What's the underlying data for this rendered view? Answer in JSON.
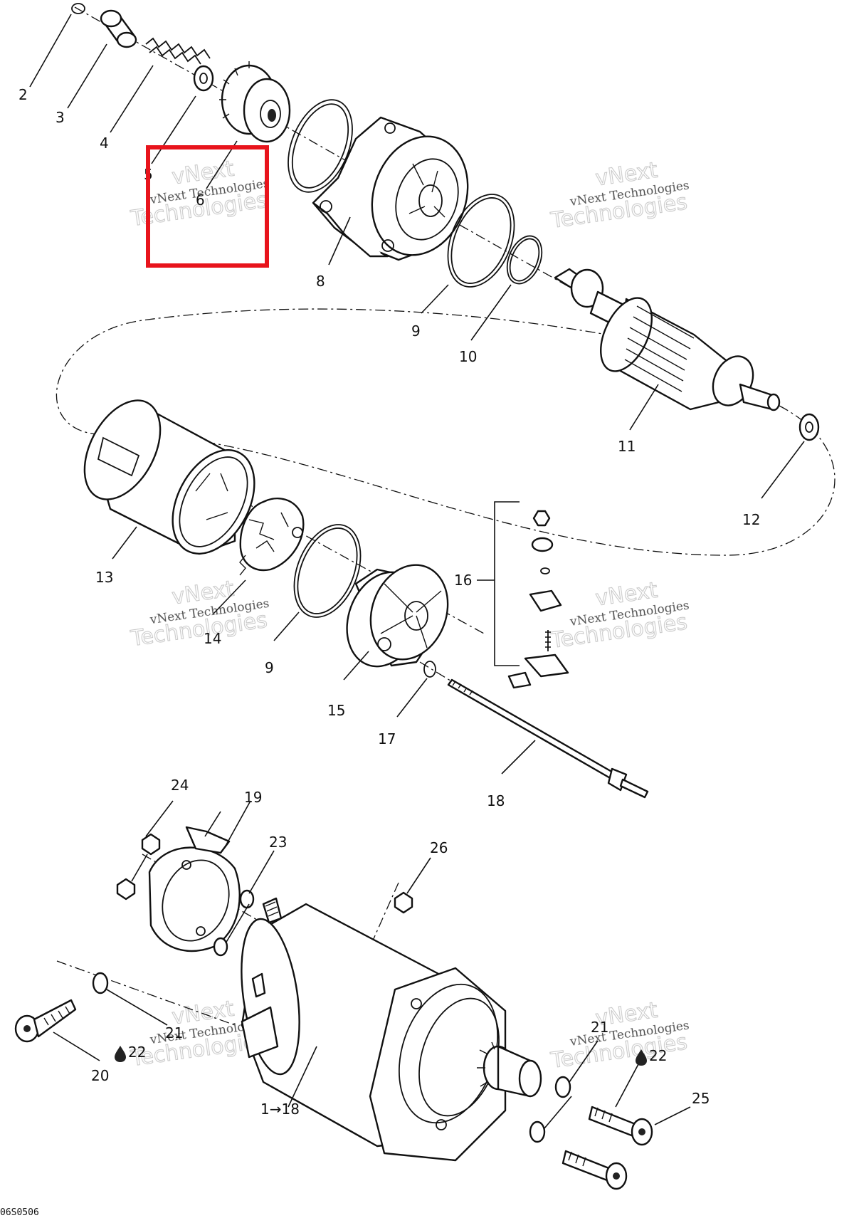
{
  "callouts": {
    "c2": "2",
    "c3": "3",
    "c4": "4",
    "c5": "5",
    "c6": "6",
    "c8": "8",
    "c9a": "9",
    "c10": "10",
    "c11": "11",
    "c12": "12",
    "c13": "13",
    "c14": "14",
    "c9b": "9",
    "c15": "15",
    "c16": "16",
    "c17": "17",
    "c18": "18",
    "c19": "19",
    "c24": "24",
    "c23": "23",
    "c26": "26",
    "c21a": "21",
    "c22a": "22",
    "c20": "20",
    "c1to18": "1→18",
    "c21b": "21",
    "c22b": "22",
    "c25": "25"
  },
  "watermark": {
    "line1": "vNext Technologies",
    "line2": "vNext",
    "line3": "Technologies"
  },
  "drawing_code": "06S0506",
  "colors": {
    "highlight": "#e8141c",
    "ink": "#111111"
  },
  "icons": {
    "lubricant": "oil-drop-icon"
  }
}
